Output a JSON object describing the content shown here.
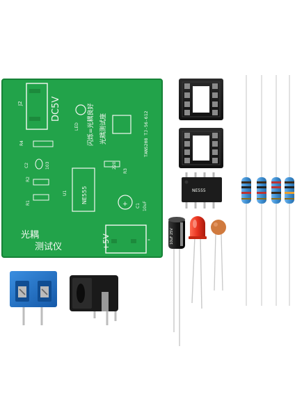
{
  "colors": {
    "pcb": "#22a34a",
    "pcb_edge": "#168237",
    "silkscreen": "#f4f7f2",
    "socket": "#1e1e1e",
    "terminal_block": "#1f73c9",
    "led": "#e7321f",
    "resistor_body": "#3e8fd2",
    "ceramic_cap": "#d07a3e"
  },
  "pcb": {
    "label_j2": "J2",
    "label_dc5v": "DC5V",
    "label_led": "LED",
    "label_flash": "闪烁=光耦良好",
    "label_socket": "光耦测试座",
    "label_r4": "R4",
    "label_c2": "C2",
    "label_103": "103",
    "label_r2": "R2",
    "label_r1": "R1",
    "label_u1": "U1",
    "label_ne555": "NE555",
    "label_220": "220",
    "label_r3": "R3",
    "label_c1": "C1",
    "label_10uf": "10uF",
    "label_title_1": "光耦",
    "label_title_2": "测试仪",
    "label_plus5v": "+5V",
    "label_minus": "-",
    "label_plus": "+",
    "label_model": "TANS208  TJ-56-612"
  },
  "ic": {
    "marking": "NE555"
  },
  "capacitor": {
    "marking": "10uF 25V"
  }
}
